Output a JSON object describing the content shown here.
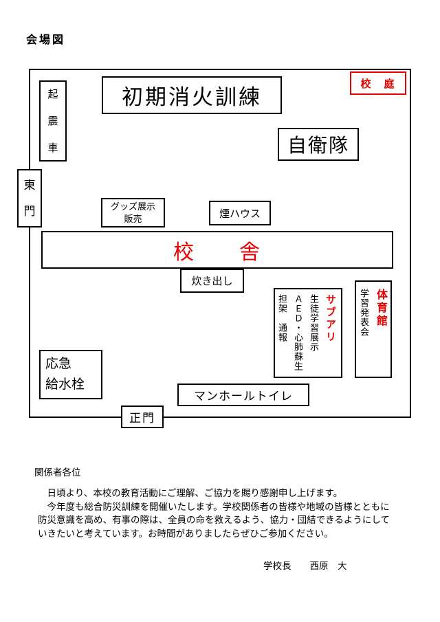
{
  "title": "会場図",
  "colors": {
    "accent_red": "#e60000"
  },
  "map": {
    "earthquake_vehicle": "起\n震\n車",
    "fire_training": "初期消火訓練",
    "schoolyard": "校　庭",
    "self_defense_force": "自衛隊",
    "east_gate": "東\n門",
    "goods_sale": "グッズ展示\n販売",
    "smoke_house": "煙ハウス",
    "school_building": "校　　舎",
    "soup_kitchen": "炊き出し",
    "sub_arena": {
      "columns": [
        "サブアリ",
        "生徒学習展示",
        "ＡＥＤ・心肺蘇生",
        "担架　通報"
      ]
    },
    "gym": {
      "name": "体育館",
      "event": "学習発表会"
    },
    "emergency_water": "応急\n給水栓",
    "manhole_toilet": "マンホールトイレ",
    "main_gate": "正門"
  },
  "letter": {
    "salutation": "関係者各位",
    "body": "　日頃より、本校の教育活動にご理解、ご協力を賜り感謝申し上げます。\n　今年度も総合防災訓練を開催いたします。学校関係者の皆様や地域の皆様とともに\n防災意識を高め、有事の際は、全員の命を救えるよう、協力・団結できるようにして\nいきたいと考えています。お時間がありましたらぜひご参加ください。",
    "signature": "学校長　　西原　大"
  }
}
